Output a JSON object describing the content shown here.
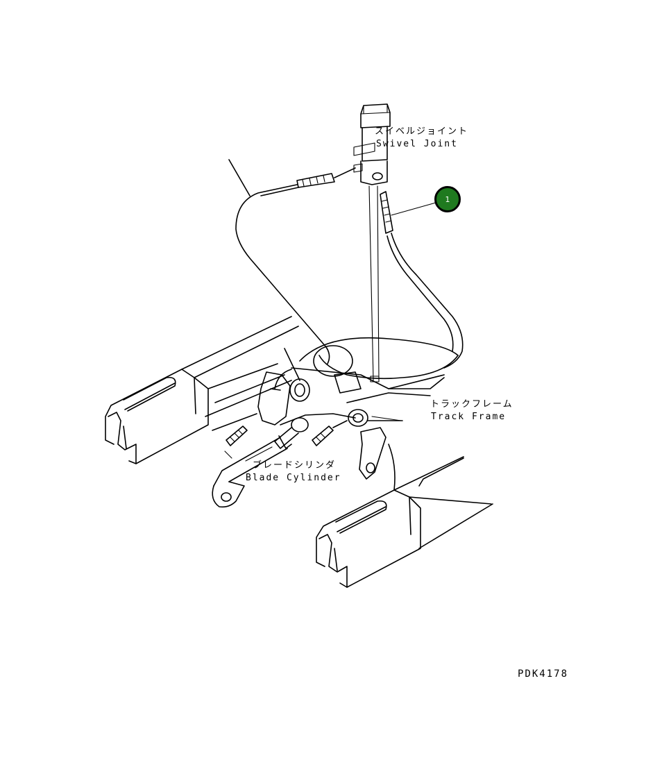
{
  "labels": {
    "swivel_jp": "スイベルジョイント",
    "swivel_en": "Swivel Joint",
    "track_jp": "トラックフレーム",
    "track_en": "Track Frame",
    "blade_jp": "ブレードシリンダ",
    "blade_en": "Blade Cylinder",
    "drawing_code": "PDK4178"
  },
  "callout": {
    "number": "1",
    "fill": "#1f7a1f",
    "border": "#000000",
    "text_color": "#ffffff"
  }
}
